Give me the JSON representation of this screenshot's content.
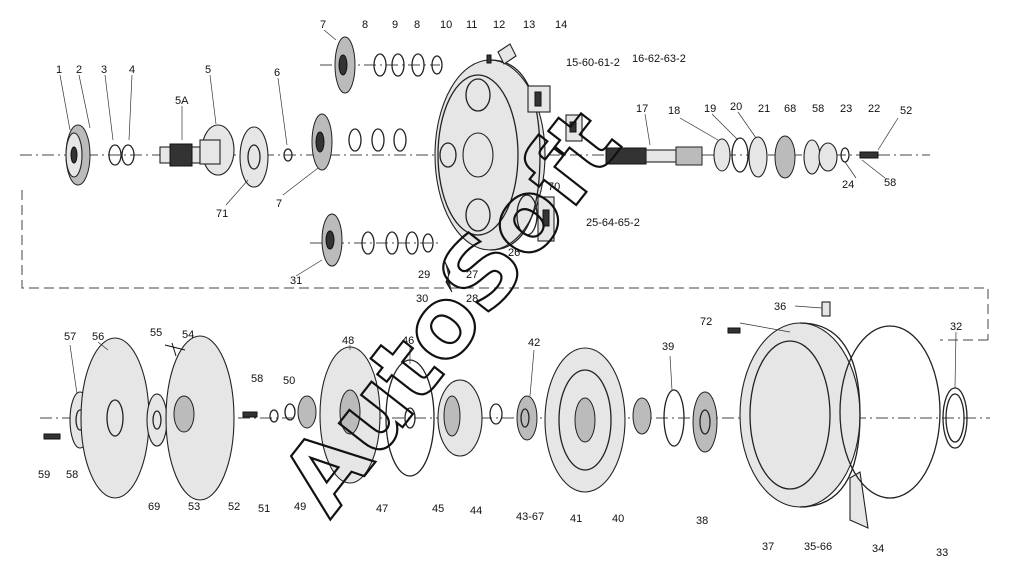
{
  "watermark": "AutoSoft",
  "labels": {
    "l1": "1",
    "l2": "2",
    "l3": "3",
    "l4": "4",
    "l5": "5",
    "l5a": "5A",
    "l6": "6",
    "l7a": "7",
    "l7b": "7",
    "l8a": "8",
    "l8b": "8",
    "l9": "9",
    "l10": "10",
    "l11": "11",
    "l12": "12",
    "l13": "13",
    "l14": "14",
    "l15": "15-60-61-2",
    "l16": "16-62-63-2",
    "l17": "17",
    "l18": "18",
    "l19": "19",
    "l20": "20",
    "l21": "21",
    "l68": "68",
    "l58a": "58",
    "l23": "23",
    "l22": "22",
    "l52a": "52",
    "l24": "24",
    "l58b": "58",
    "l71": "71",
    "l70": "70",
    "l25": "25-64-65-2",
    "l26": "26",
    "l31": "31",
    "l29": "29",
    "l27": "27",
    "l30": "30",
    "l28": "28",
    "l36": "36",
    "l72": "72",
    "l32": "32",
    "l57": "57",
    "l56": "56",
    "l55": "55",
    "l54": "54",
    "l48": "48",
    "l46": "46",
    "l42": "42",
    "l39": "39",
    "l58c": "58",
    "l50": "50",
    "l59": "59",
    "l58d": "58",
    "l69": "69",
    "l53": "53",
    "l52b": "52",
    "l51": "51",
    "l49": "49",
    "l47": "47",
    "l45": "45",
    "l44": "44",
    "l4367": "43-67",
    "l41": "41",
    "l40": "40",
    "l38": "38",
    "l37": "37",
    "l3566": "35-66",
    "l34": "34",
    "l33": "33"
  }
}
